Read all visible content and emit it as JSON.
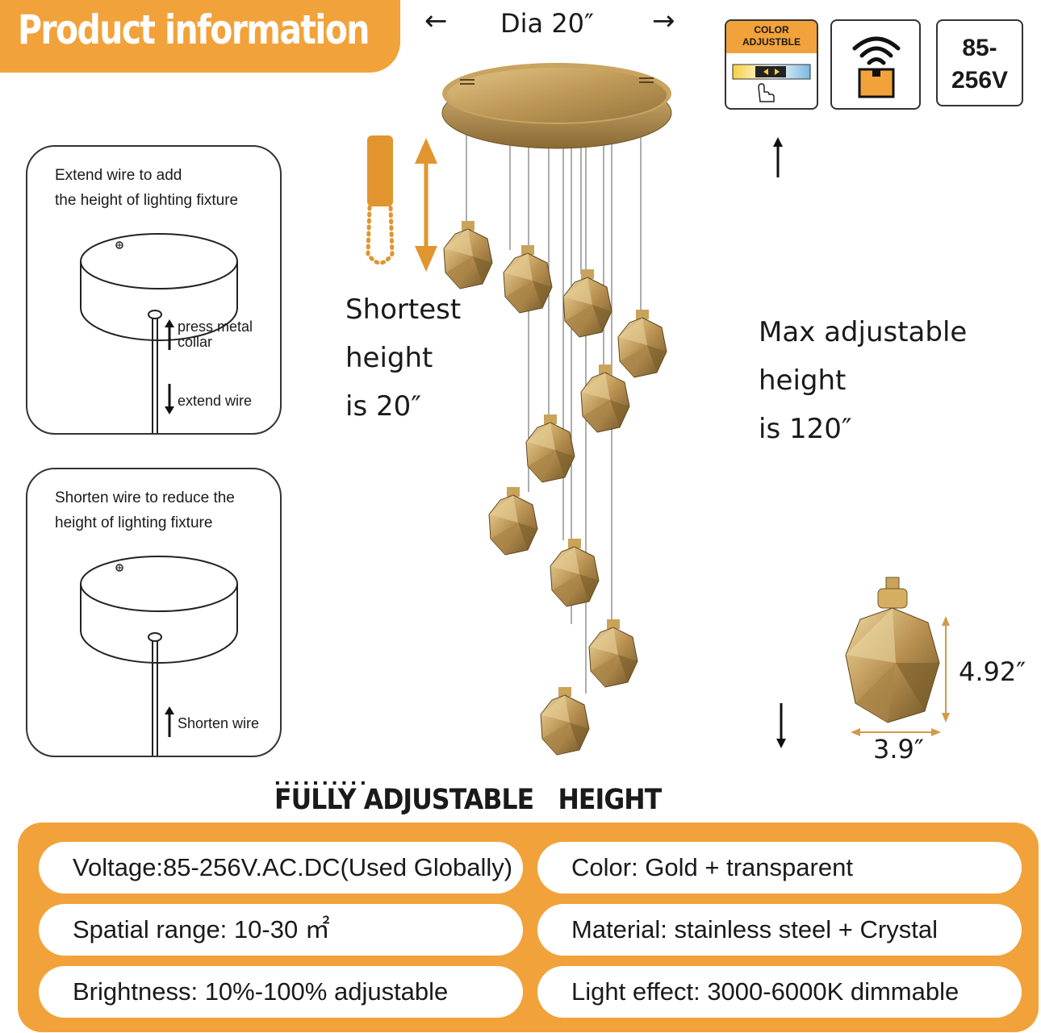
{
  "header": {
    "title": "Product information"
  },
  "diameter": {
    "label": "Dia 20″"
  },
  "icons": {
    "color_badge": {
      "line1": "COLOR",
      "line2": "ADJUSTBLE"
    },
    "remote": "remote-wifi-icon",
    "voltage": {
      "line1": "85-",
      "line2": "256V"
    }
  },
  "panel_extend": {
    "text_line1": "Extend wire to add",
    "text_line2": "the height of lighting fixture",
    "collar_line1": "press metal",
    "collar_line2": "collar",
    "extend": "extend wire"
  },
  "panel_shorten": {
    "text_line1": "Shorten wire to reduce the",
    "text_line2": "height of lighting fixture",
    "shorten": "Shorten wire"
  },
  "shortest": {
    "line1": "Shortest",
    "line2": "height",
    "line3": "is 20″"
  },
  "max": {
    "line1": "Max adjustable",
    "line2": "height",
    "line3": "is 120″"
  },
  "pendant_dims": {
    "height": "4.92″",
    "width": "3.9″"
  },
  "footer_heading": {
    "dots": "..........",
    "text": "FULLY ADJUSTABLE   HEIGHT"
  },
  "specs": [
    {
      "text": "Voltage:85-256V.AC.DC(Used Globally)"
    },
    {
      "text": "Color: Gold + transparent"
    },
    {
      "text": "Spatial range: 10-30 ㎡"
    },
    {
      "text": "Material: stainless steel + Crystal"
    },
    {
      "text": "Brightness: 10%-100% adjustable"
    },
    {
      "text": "Light effect: 3000-6000K dimmable"
    }
  ],
  "colors": {
    "accent": "#f2a23a",
    "gold": "#c8a050"
  }
}
